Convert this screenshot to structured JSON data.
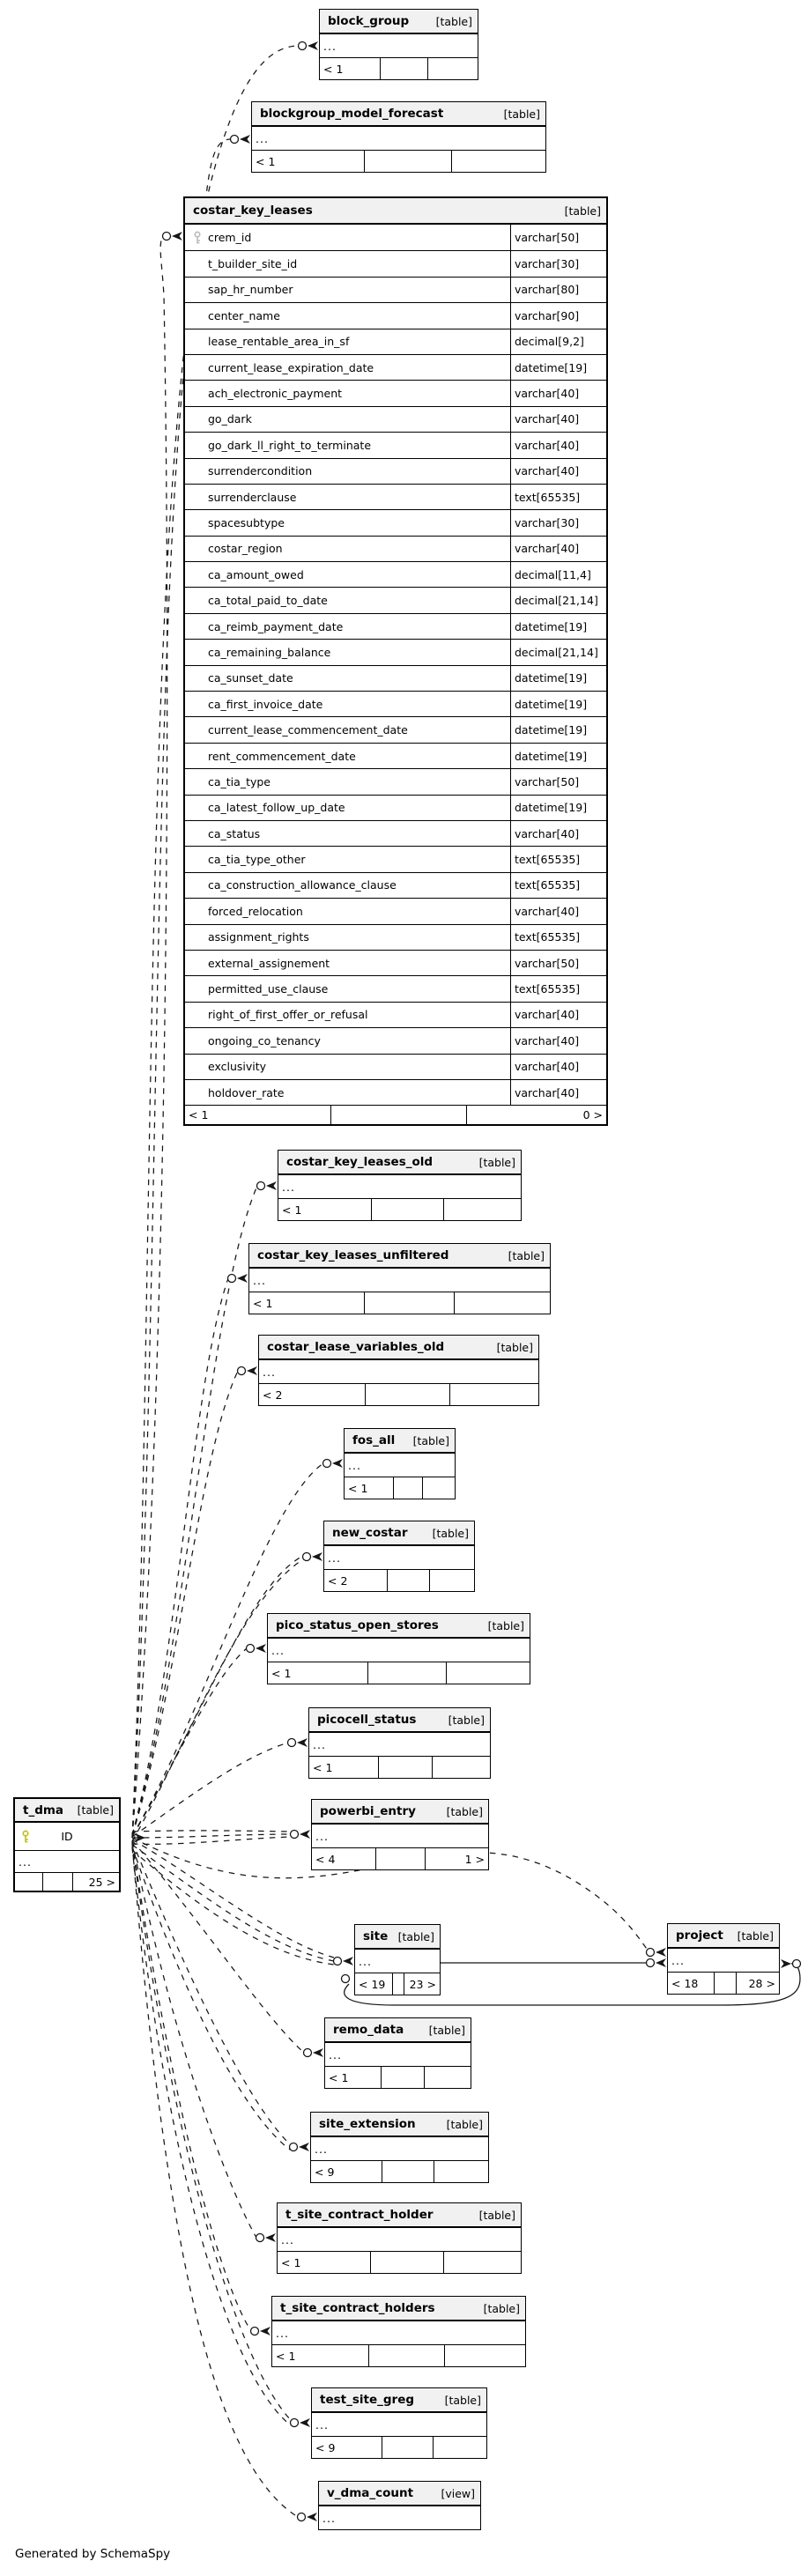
{
  "footer_note": "Generated by SchemaSpy",
  "colors": {
    "primary_key_icon": "#c9c300",
    "secondary_key_icon": "#bdbdbd",
    "header_bg": "#f1f1f1",
    "line": "#161616"
  },
  "tables": [
    {
      "id": "block_group",
      "name": "block_group",
      "tag": "[table]",
      "rows": [
        "..."
      ],
      "footer": [
        "< 1",
        "",
        ""
      ]
    },
    {
      "id": "blockgroup_model_forecast",
      "name": "blockgroup_model_forecast",
      "tag": "[table]",
      "rows": [
        "..."
      ],
      "footer": [
        "< 1",
        "",
        ""
      ]
    },
    {
      "id": "costar_key_leases",
      "name": "costar_key_leases",
      "tag": "[table]",
      "footer": [
        "< 1",
        "",
        "0 >"
      ],
      "columns": [
        {
          "name": "crem_id",
          "type": "varchar[50]",
          "key": "secondary"
        },
        {
          "name": "t_builder_site_id",
          "type": "varchar[30]"
        },
        {
          "name": "sap_hr_number",
          "type": "varchar[80]"
        },
        {
          "name": "center_name",
          "type": "varchar[90]"
        },
        {
          "name": "lease_rentable_area_in_sf",
          "type": "decimal[9,2]"
        },
        {
          "name": "current_lease_expiration_date",
          "type": "datetime[19]"
        },
        {
          "name": "ach_electronic_payment",
          "type": "varchar[40]"
        },
        {
          "name": "go_dark",
          "type": "varchar[40]"
        },
        {
          "name": "go_dark_ll_right_to_terminate",
          "type": "varchar[40]"
        },
        {
          "name": "surrendercondition",
          "type": "varchar[40]"
        },
        {
          "name": "surrenderclause",
          "type": "text[65535]"
        },
        {
          "name": "spacesubtype",
          "type": "varchar[30]"
        },
        {
          "name": "costar_region",
          "type": "varchar[40]"
        },
        {
          "name": "ca_amount_owed",
          "type": "decimal[11,4]"
        },
        {
          "name": "ca_total_paid_to_date",
          "type": "decimal[21,14]"
        },
        {
          "name": "ca_reimb_payment_date",
          "type": "datetime[19]"
        },
        {
          "name": "ca_remaining_balance",
          "type": "decimal[21,14]"
        },
        {
          "name": "ca_sunset_date",
          "type": "datetime[19]"
        },
        {
          "name": "ca_first_invoice_date",
          "type": "datetime[19]"
        },
        {
          "name": "current_lease_commencement_date",
          "type": "datetime[19]"
        },
        {
          "name": "rent_commencement_date",
          "type": "datetime[19]"
        },
        {
          "name": "ca_tia_type",
          "type": "varchar[50]"
        },
        {
          "name": "ca_latest_follow_up_date",
          "type": "datetime[19]"
        },
        {
          "name": "ca_status",
          "type": "varchar[40]"
        },
        {
          "name": "ca_tia_type_other",
          "type": "text[65535]"
        },
        {
          "name": "ca_construction_allowance_clause",
          "type": "text[65535]"
        },
        {
          "name": "forced_relocation",
          "type": "varchar[40]"
        },
        {
          "name": "assignment_rights",
          "type": "text[65535]"
        },
        {
          "name": "external_assignement",
          "type": "varchar[50]"
        },
        {
          "name": "permitted_use_clause",
          "type": "text[65535]"
        },
        {
          "name": "right_of_first_offer_or_refusal",
          "type": "varchar[40]"
        },
        {
          "name": "ongoing_co_tenancy",
          "type": "varchar[40]"
        },
        {
          "name": "exclusivity",
          "type": "varchar[40]"
        },
        {
          "name": "holdover_rate",
          "type": "varchar[40]"
        }
      ]
    },
    {
      "id": "costar_key_leases_old",
      "name": "costar_key_leases_old",
      "tag": "[table]",
      "rows": [
        "..."
      ],
      "footer": [
        "< 1",
        "",
        ""
      ]
    },
    {
      "id": "costar_key_leases_unfiltered",
      "name": "costar_key_leases_unfiltered",
      "tag": "[table]",
      "rows": [
        "..."
      ],
      "footer": [
        "< 1",
        "",
        ""
      ]
    },
    {
      "id": "costar_lease_variables_old",
      "name": "costar_lease_variables_old",
      "tag": "[table]",
      "rows": [
        "..."
      ],
      "footer": [
        "< 2",
        "",
        ""
      ]
    },
    {
      "id": "fos_all",
      "name": "fos_all",
      "tag": "[table]",
      "rows": [
        "..."
      ],
      "footer": [
        "< 1",
        "",
        ""
      ]
    },
    {
      "id": "new_costar",
      "name": "new_costar",
      "tag": "[table]",
      "rows": [
        "..."
      ],
      "footer": [
        "< 2",
        "",
        ""
      ]
    },
    {
      "id": "pico_status_open_stores",
      "name": "pico_status_open_stores",
      "tag": "[table]",
      "rows": [
        "..."
      ],
      "footer": [
        "< 1",
        "",
        ""
      ]
    },
    {
      "id": "picocell_status",
      "name": "picocell_status",
      "tag": "[table]",
      "rows": [
        "..."
      ],
      "footer": [
        "< 1",
        "",
        ""
      ]
    },
    {
      "id": "powerbi_entry",
      "name": "powerbi_entry",
      "tag": "[table]",
      "rows": [
        "..."
      ],
      "footer": [
        "< 4",
        "",
        "1 >"
      ]
    },
    {
      "id": "site",
      "name": "site",
      "tag": "[table]",
      "rows": [
        "..."
      ],
      "footer": [
        "< 19",
        "",
        "23 >"
      ]
    },
    {
      "id": "project",
      "name": "project",
      "tag": "[table]",
      "rows": [
        "..."
      ],
      "footer": [
        "< 18",
        "",
        "28 >"
      ]
    },
    {
      "id": "remo_data",
      "name": "remo_data",
      "tag": "[table]",
      "rows": [
        "..."
      ],
      "footer": [
        "< 1",
        "",
        ""
      ]
    },
    {
      "id": "site_extension",
      "name": "site_extension",
      "tag": "[table]",
      "rows": [
        "..."
      ],
      "footer": [
        "< 9",
        "",
        ""
      ]
    },
    {
      "id": "t_site_contract_holder",
      "name": "t_site_contract_holder",
      "tag": "[table]",
      "rows": [
        "..."
      ],
      "footer": [
        "< 1",
        "",
        ""
      ]
    },
    {
      "id": "t_site_contract_holders",
      "name": "t_site_contract_holders",
      "tag": "[table]",
      "rows": [
        "..."
      ],
      "footer": [
        "< 1",
        "",
        ""
      ]
    },
    {
      "id": "test_site_greg",
      "name": "test_site_greg",
      "tag": "[table]",
      "rows": [
        "..."
      ],
      "footer": [
        "< 9",
        "",
        ""
      ]
    },
    {
      "id": "v_dma_count",
      "name": "v_dma_count",
      "tag": "[view]",
      "rows": [
        "..."
      ],
      "footer": null
    },
    {
      "id": "t_dma",
      "name": "t_dma",
      "tag": "[table]",
      "rows": [
        "..."
      ],
      "footer": [
        "",
        "",
        "25 >"
      ],
      "columns": [
        {
          "name": "ID",
          "key": "primary",
          "center": true
        }
      ]
    }
  ],
  "edges": [
    {
      "from": "t_dma",
      "to": "block_group",
      "style": "dashed"
    },
    {
      "from": "t_dma",
      "to": "blockgroup_model_forecast",
      "style": "dashed"
    },
    {
      "from": "t_dma",
      "to": "costar_key_leases",
      "style": "dashed"
    },
    {
      "from": "t_dma",
      "to": "costar_key_leases_old",
      "style": "dashed"
    },
    {
      "from": "t_dma",
      "to": "costar_key_leases_unfiltered",
      "style": "dashed"
    },
    {
      "from": "t_dma",
      "to": "costar_lease_variables_old",
      "style": "dashed"
    },
    {
      "from": "t_dma",
      "to": "fos_all",
      "style": "dashed"
    },
    {
      "from": "t_dma",
      "to": "new_costar",
      "style": "dashed"
    },
    {
      "from": "t_dma",
      "to": "pico_status_open_stores",
      "style": "dashed"
    },
    {
      "from": "t_dma",
      "to": "picocell_status",
      "style": "dashed"
    },
    {
      "from": "t_dma",
      "to": "powerbi_entry",
      "style": "dashed"
    },
    {
      "from": "t_dma",
      "to": "site",
      "style": "dashed"
    },
    {
      "from": "t_dma",
      "to": "project",
      "style": "dashed"
    },
    {
      "from": "t_dma",
      "to": "remo_data",
      "style": "dashed"
    },
    {
      "from": "t_dma",
      "to": "site_extension",
      "style": "dashed"
    },
    {
      "from": "t_dma",
      "to": "t_site_contract_holder",
      "style": "dashed"
    },
    {
      "from": "t_dma",
      "to": "t_site_contract_holders",
      "style": "dashed"
    },
    {
      "from": "t_dma",
      "to": "test_site_greg",
      "style": "dashed"
    },
    {
      "from": "t_dma",
      "to": "v_dma_count",
      "style": "dashed"
    },
    {
      "from": "site",
      "to": "project",
      "style": "solid"
    },
    {
      "from": "site",
      "to": "project",
      "style": "solid",
      "variant": "loop"
    }
  ]
}
